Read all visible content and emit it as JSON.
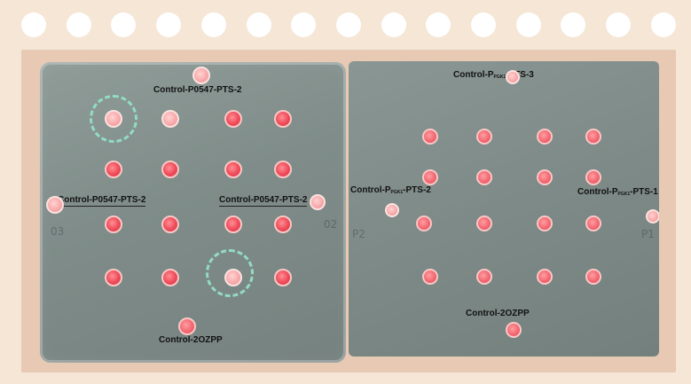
{
  "left_plate": {
    "labels": {
      "top": "Control-P0547-PTS-2",
      "left": "Control-P0547-PTS-2",
      "right": "Control-P0547-PTS-2",
      "bottom": "Control-2OZPP"
    }
  },
  "right_plate": {
    "labels": {
      "top_prefix": "Control-P",
      "top_sub": "PGK1",
      "top_suffix": "-PTS-3",
      "left_prefix": "Control-P",
      "left_sub": "PGK1",
      "left_suffix": "-PTS-2",
      "right_prefix": "Control-P",
      "right_sub": "PGK1",
      "right_suffix": "-PTS-1",
      "bottom": "Control-2OZPP"
    }
  },
  "colors": {
    "background": "#f5e6d6",
    "frame": "#e7c9b4",
    "plate": "#7f8c89",
    "colony_red": "#ee4a58",
    "colony_pale": "#f7a6a8",
    "highlight_ring": "#93dbc2"
  }
}
